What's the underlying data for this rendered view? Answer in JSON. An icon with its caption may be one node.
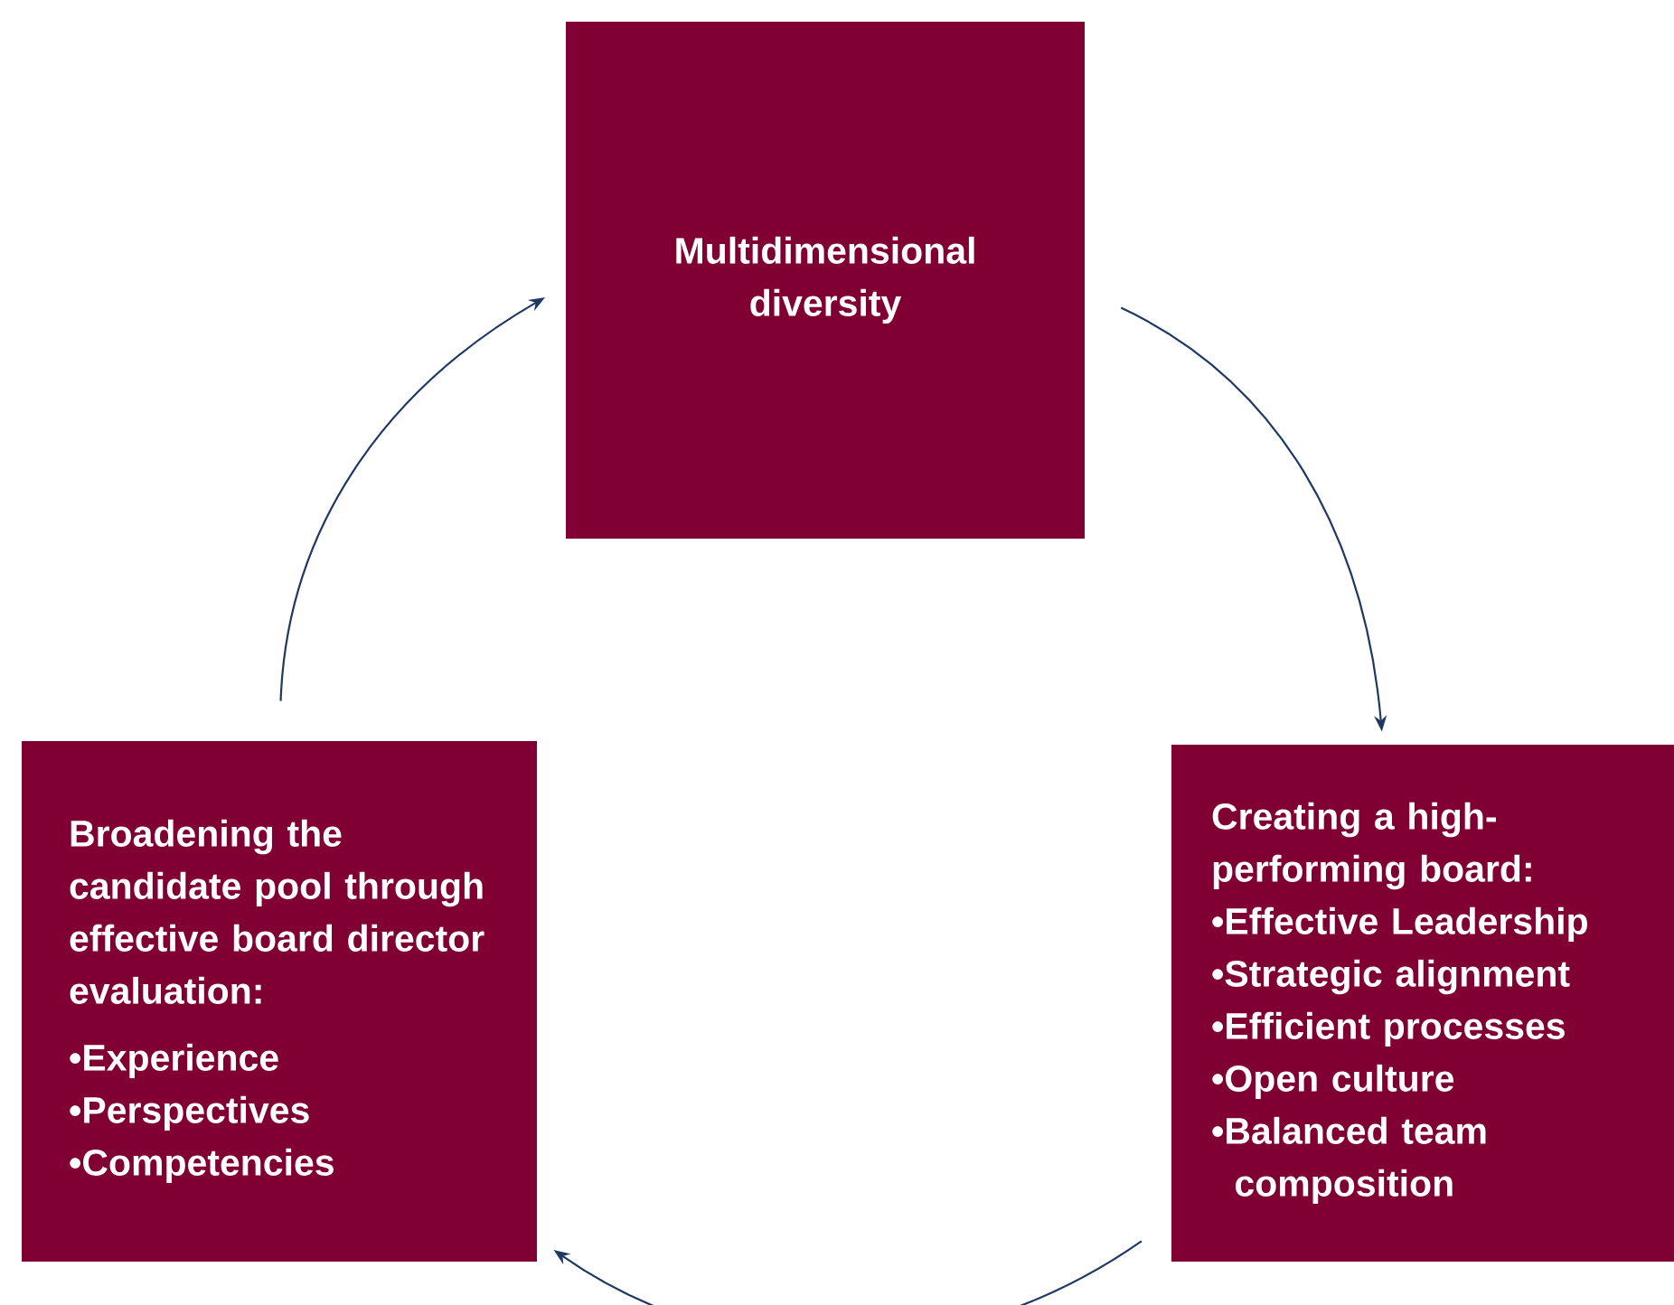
{
  "diagram": {
    "nodes": [
      {
        "text": [
          "Multidimensional diversity"
        ]
      },
      {
        "text": [
          "Creating a high-performing board:",
          "•Effective Leadership",
          "•Strategic alignment",
          "•Efficient processes",
          "•Open culture",
          "•Balanced team composition"
        ]
      },
      {
        "text": [
          "Broadening the candidate pool through effective board director evaluation:",
          "•Experience",
          "•Perspectives",
          "•Competencies"
        ]
      }
    ],
    "edges": [
      {
        "from": 0,
        "to": 1,
        "arrow": "to"
      },
      {
        "from": 1,
        "to": 2,
        "arrow": "to"
      },
      {
        "from": 2,
        "to": 0,
        "arrow": "to"
      }
    ]
  }
}
